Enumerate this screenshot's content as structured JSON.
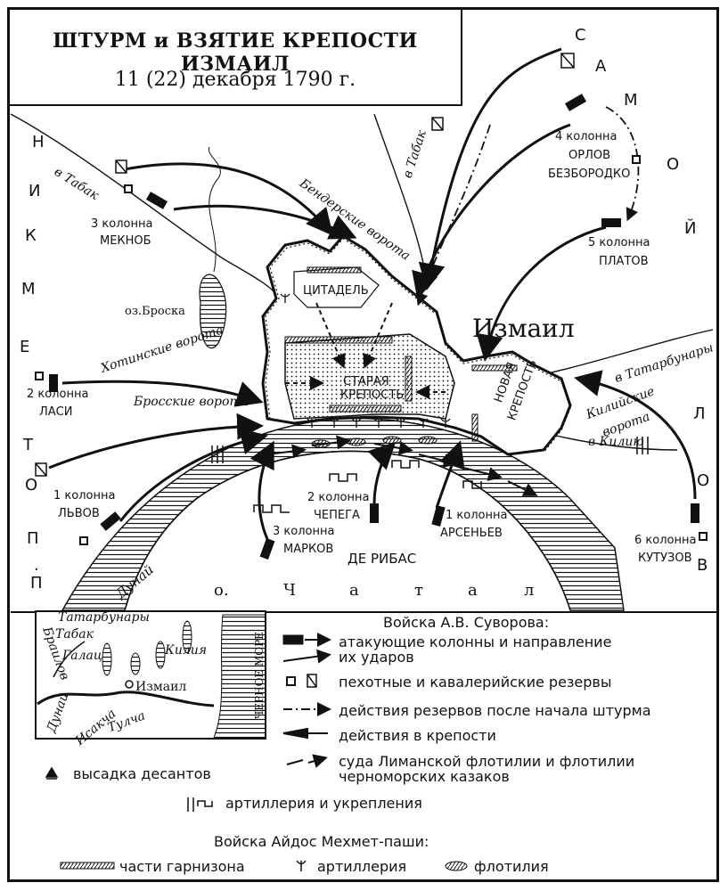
{
  "title": {
    "main": "ШТУРМ и ВЗЯТИЕ КРЕПОСТИ ИЗМАИЛ",
    "date": "11 (22) декабря 1790 г."
  },
  "map": {
    "fortress_name": "Измаил",
    "citadel": "ЦИТАДЕЛЬ",
    "old_fortress": [
      "СТАРАЯ",
      "КРЕПОСТЬ"
    ],
    "new_fortress": [
      "НОВАЯ",
      "КРЕПОСТЬ"
    ],
    "gates": {
      "bender": "Бендерские ворота",
      "khotin": "Хотинские ворота",
      "brossk": "Бросские ворота",
      "kiliya": [
        "Килийские",
        "ворота"
      ]
    },
    "lake": "оз.Броска",
    "river": "Дунай",
    "island": [
      "о.",
      "Ч",
      "а",
      "т",
      "а",
      "л"
    ],
    "roads": {
      "tabak_left": "в Табак",
      "tabak_top": "в Табак",
      "tatarbunary": "в Татарбунары",
      "kiliya": "в Килию"
    },
    "samoilov": [
      "С",
      "А",
      "М",
      "О",
      "Й",
      "Л",
      "О",
      "В"
    ],
    "potemkin": [
      "П",
      ".",
      "П",
      "О",
      "Т",
      "Е",
      "М",
      "К",
      "И",
      "Н"
    ],
    "columns": {
      "c3_meknob": [
        "3 колонна",
        "МЕКНОБ"
      ],
      "c2_lasi": [
        "2 колонна",
        "ЛАСИ"
      ],
      "c1_lvov": [
        "1 колонна",
        "ЛЬВОВ"
      ],
      "c4_orlov": [
        "4 колонна",
        "ОРЛОВ",
        "БЕЗБОРОДКО"
      ],
      "c5_platov": [
        "5 колонна",
        "ПЛАТОВ"
      ],
      "c6_kutuzov": [
        "6 колонна",
        "КУТУЗОВ"
      ],
      "c3_markov": [
        "3 колонна",
        "МАРКОВ"
      ],
      "c2_chepega": [
        "2 колонна",
        "ЧЕПЕГА"
      ],
      "c1_arsenev": [
        "1 колонна",
        "АРСЕНЬЕВ"
      ],
      "de_ribas": "ДЕ РИБАС"
    }
  },
  "inset": {
    "places": {
      "tatarbunary": "Татарбунары",
      "tabak": "Табак",
      "galats": "Галац",
      "kiliya": "Килия",
      "braila": "Браилов",
      "izmail": "Измаил",
      "tulcha": "Тулча",
      "isakcha": "Исакча",
      "dunay": "Дунай",
      "black_sea": "ЧЕРНОЕ МОРЕ"
    }
  },
  "legend": {
    "suvorov_header": "Войска А.В. Суворова:",
    "attack_columns": [
      "атакующие колонны и направление",
      "их ударов"
    ],
    "reserves": "пехотные и кавалерийские резервы",
    "reserve_actions": "действия резервов после начала штурма",
    "fortress_actions": "действия в крепости",
    "flotilla": [
      "суда Лиманской флотилии и флотилии",
      "черноморских казаков"
    ],
    "landing": "высадка десантов",
    "artillery_fort": "артиллерия и укрепления",
    "enemy_header": "Войска Айдос Мехмет-паши:",
    "garrison": "части гарнизона",
    "enemy_artillery": "артиллерия",
    "enemy_flotilla": "флотилия"
  },
  "colors": {
    "ink": "#111111",
    "paper": "#ffffff"
  }
}
